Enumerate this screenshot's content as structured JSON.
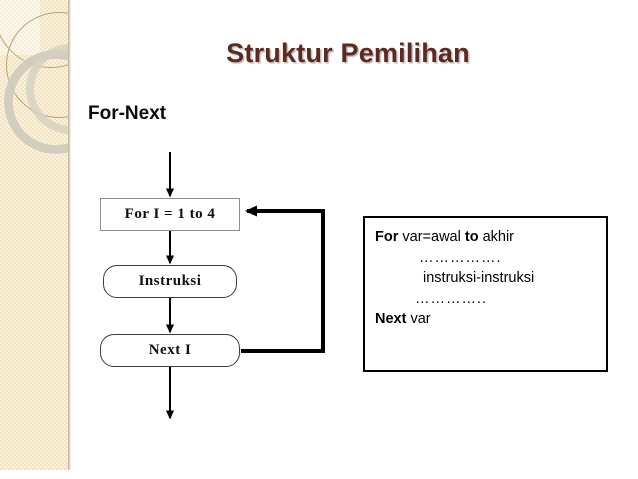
{
  "slide": {
    "title": "Struktur Pemilihan",
    "subtitle": "For-Next",
    "title_color": "#5c2a21",
    "background_color": "#ffffff"
  },
  "sidebar": {
    "background_color": "#f2e3bd",
    "ring_color": "#b6a471",
    "decor": [
      "corner-panel",
      "thin-ring",
      "thin-ring-2",
      "thick-ring",
      "thick-ring-2"
    ]
  },
  "flowchart": {
    "nodes": [
      {
        "id": "for",
        "label": "For  I = 1 to 4",
        "shape": "rectangle"
      },
      {
        "id": "instruksi",
        "label": "Instruksi",
        "shape": "rounded-rectangle"
      },
      {
        "id": "next",
        "label": "Next    I",
        "shape": "rounded-rectangle"
      }
    ],
    "connectors": [
      {
        "id": "entry-arrow",
        "from": "top",
        "to": "for",
        "direction": "down"
      },
      {
        "id": "for-to-instruksi",
        "from": "for",
        "to": "instruksi",
        "direction": "down"
      },
      {
        "id": "instruksi-to-next",
        "from": "instruksi",
        "to": "next",
        "direction": "down"
      },
      {
        "id": "exit-arrow",
        "from": "next",
        "to": "bottom",
        "direction": "down"
      },
      {
        "id": "loop-back",
        "from": "next",
        "to": "for",
        "direction": "right-up-left"
      }
    ]
  },
  "code_box": {
    "lines": [
      {
        "segments": [
          {
            "text": "For",
            "bold": true
          },
          {
            "text": " var=awal ",
            "bold": false
          },
          {
            "text": "to",
            "bold": true
          },
          {
            "text": " akhir",
            "bold": false
          }
        ],
        "indent": "none"
      },
      {
        "segments": [
          {
            "text": "…………….",
            "bold": false
          }
        ],
        "indent": "level1"
      },
      {
        "segments": [
          {
            "text": "instruksi-instruksi",
            "bold": false
          }
        ],
        "indent": "level2"
      },
      {
        "segments": [
          {
            "text": "…………..",
            "bold": false
          }
        ],
        "indent": "level3"
      },
      {
        "segments": [
          {
            "text": "Next",
            "bold": true
          },
          {
            "text": " var",
            "bold": false
          }
        ],
        "indent": "none"
      }
    ]
  }
}
